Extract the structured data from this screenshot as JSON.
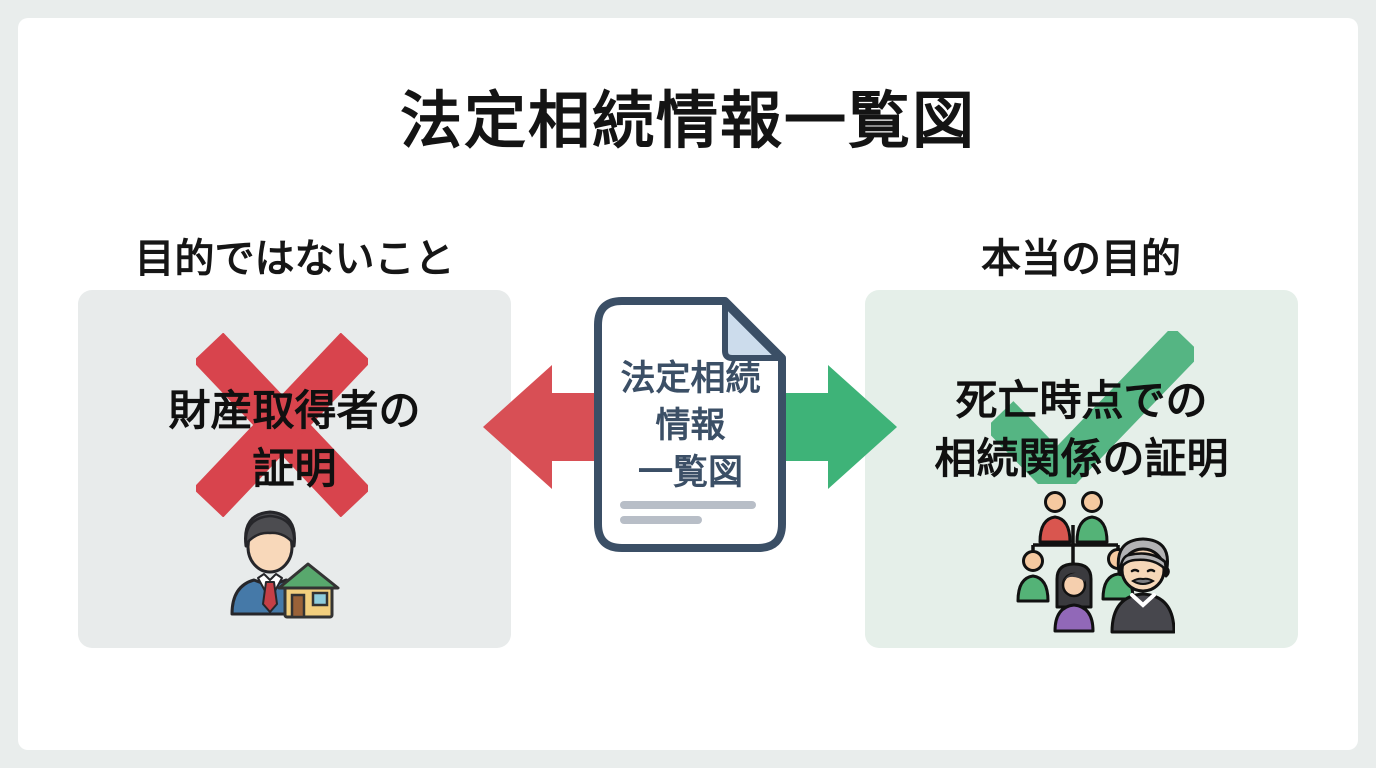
{
  "title": "法定相続情報一覧図",
  "left_section": {
    "heading": "目的ではないこと",
    "box_line1": "財産取得者の",
    "box_line2": "証明",
    "mark": "red-cross",
    "icon": "businessman-with-house"
  },
  "center_document": {
    "line1": "法定相続",
    "line2": "情報",
    "line3": "一覧図",
    "icon": "document-with-folded-corner"
  },
  "right_section": {
    "heading": "本当の目的",
    "box_line1": "死亡時点での",
    "box_line2": "相続関係の証明",
    "mark": "green-check",
    "icon": "family-tree"
  },
  "colors": {
    "page_background": "#e9edec",
    "card_background": "#ffffff",
    "left_panel": "#e8ebeb",
    "right_panel": "#e5efe9",
    "red_arrow": "#d84f55",
    "red_cross": "#d8444d",
    "green_arrow": "#3eb378",
    "green_check": "#55b583",
    "document_outline": "#3b4f66",
    "document_fold": "#ccdcec",
    "document_lines": "#b8bec7",
    "text": "#141414"
  }
}
